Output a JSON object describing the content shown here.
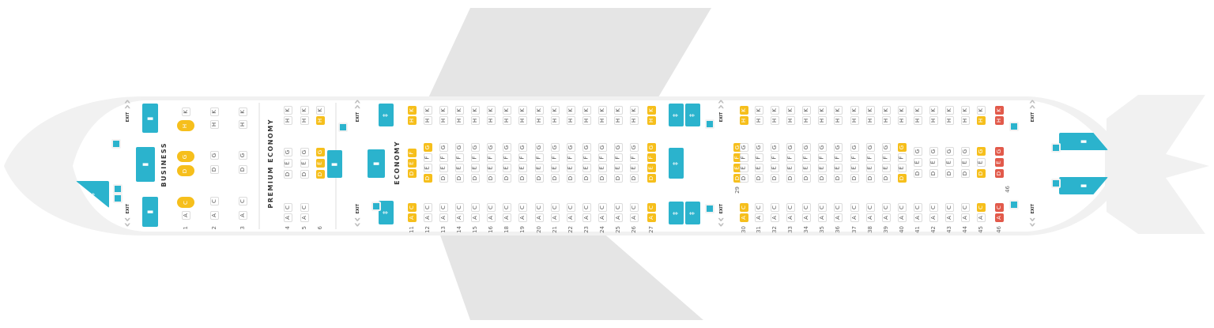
{
  "colors": {
    "available": "#ffffff",
    "yellow": "#f6bf1c",
    "red": "#e25a4b",
    "facility": "#2bb3cd",
    "wing": "#e5e5e5",
    "fuselage": "#f1f1f1"
  },
  "sections": {
    "business": "BUSINESS",
    "premium": "PREMIUM ECONOMY",
    "economy": "ECONOMY"
  },
  "exit_label": "EXIT",
  "icons": {
    "galley": "bag-icon",
    "lavatory": "lavatory-icon",
    "exit": "chevron-icon",
    "attendant": "jump-seat-icon"
  },
  "rows": [
    {
      "row": "1",
      "cabin": "business",
      "seats": {
        "K": "white",
        "H": "yellow",
        "G": "yellow",
        "D": "yellow",
        "C": "yellow",
        "A": "white"
      }
    },
    {
      "row": "2",
      "cabin": "business",
      "seats": {
        "K": "white",
        "H": "white",
        "G": "white",
        "D": "white",
        "C": "white",
        "A": "white"
      }
    },
    {
      "row": "3",
      "cabin": "business",
      "seats": {
        "K": "white",
        "H": "white",
        "G": "white",
        "D": "white",
        "C": "white",
        "A": "white"
      }
    },
    {
      "row": "4",
      "cabin": "premium",
      "seats": {
        "K": "white",
        "H": "white",
        "G": "white",
        "E": "white",
        "D": "white",
        "C": "white",
        "A": "white"
      }
    },
    {
      "row": "5",
      "cabin": "premium",
      "seats": {
        "K": "white",
        "H": "white",
        "G": "white",
        "E": "white",
        "D": "white",
        "C": "white",
        "A": "white"
      }
    },
    {
      "row": "6",
      "cabin": "premium",
      "seats": {
        "K": "white",
        "H": "yellow",
        "G": "yellow",
        "E": "yellow",
        "D": "yellow"
      }
    },
    {
      "row": "11",
      "cabin": "economy",
      "seats": {
        "K": "yellow",
        "H": "yellow",
        "F": "yellow",
        "E": "yellow",
        "D": "yellow",
        "C": "yellow",
        "A": "yellow"
      }
    },
    {
      "row": "12",
      "cabin": "economy",
      "seats": {
        "K": "white",
        "H": "white",
        "G": "yellow",
        "F": "white",
        "E": "white",
        "D": "yellow",
        "C": "white",
        "A": "white"
      }
    },
    {
      "row": "13",
      "cabin": "economy",
      "seats": {
        "K": "white",
        "H": "white",
        "G": "white",
        "F": "white",
        "E": "white",
        "D": "white",
        "C": "white",
        "A": "white"
      }
    },
    {
      "row": "14",
      "cabin": "economy",
      "seats": {
        "K": "white",
        "H": "white",
        "G": "white",
        "F": "white",
        "E": "white",
        "D": "white",
        "C": "white",
        "A": "white"
      }
    },
    {
      "row": "15",
      "cabin": "economy",
      "seats": {
        "K": "white",
        "H": "white",
        "G": "white",
        "F": "white",
        "E": "white",
        "D": "white",
        "C": "white",
        "A": "white"
      }
    },
    {
      "row": "16",
      "cabin": "economy",
      "seats": {
        "K": "white",
        "H": "white",
        "G": "white",
        "F": "white",
        "E": "white",
        "D": "white",
        "C": "white",
        "A": "white"
      }
    },
    {
      "row": "18",
      "cabin": "economy",
      "seats": {
        "K": "white",
        "H": "white",
        "G": "white",
        "F": "white",
        "E": "white",
        "D": "white",
        "C": "white",
        "A": "white"
      }
    },
    {
      "row": "19",
      "cabin": "economy",
      "seats": {
        "K": "white",
        "H": "white",
        "G": "white",
        "F": "white",
        "E": "white",
        "D": "white",
        "C": "white",
        "A": "white"
      }
    },
    {
      "row": "20",
      "cabin": "economy",
      "seats": {
        "K": "white",
        "H": "white",
        "G": "white",
        "F": "white",
        "E": "white",
        "D": "white",
        "C": "white",
        "A": "white"
      }
    },
    {
      "row": "21",
      "cabin": "economy",
      "seats": {
        "K": "white",
        "H": "white",
        "G": "white",
        "F": "white",
        "E": "white",
        "D": "white",
        "C": "white",
        "A": "white"
      }
    },
    {
      "row": "22",
      "cabin": "economy",
      "seats": {
        "K": "white",
        "H": "white",
        "G": "white",
        "F": "white",
        "E": "white",
        "D": "white",
        "C": "white",
        "A": "white"
      }
    },
    {
      "row": "23",
      "cabin": "economy",
      "seats": {
        "K": "white",
        "H": "white",
        "G": "white",
        "F": "white",
        "E": "white",
        "D": "white",
        "C": "white",
        "A": "white"
      }
    },
    {
      "row": "24",
      "cabin": "economy",
      "seats": {
        "K": "white",
        "H": "white",
        "G": "white",
        "F": "white",
        "E": "white",
        "D": "white",
        "C": "white",
        "A": "white"
      }
    },
    {
      "row": "25",
      "cabin": "economy",
      "seats": {
        "K": "white",
        "H": "white",
        "G": "white",
        "F": "white",
        "E": "white",
        "D": "white",
        "C": "white",
        "A": "white"
      }
    },
    {
      "row": "26",
      "cabin": "economy",
      "seats": {
        "K": "white",
        "H": "white",
        "G": "white",
        "F": "white",
        "E": "white",
        "D": "white",
        "C": "white",
        "A": "white"
      }
    },
    {
      "row": "27",
      "cabin": "economy",
      "seats": {
        "K": "yellow",
        "H": "yellow",
        "G": "yellow",
        "F": "yellow",
        "E": "yellow",
        "D": "yellow",
        "C": "yellow",
        "A": "yellow"
      }
    },
    {
      "row": "29",
      "cabin": "economy",
      "seats": {
        "G": "yellow",
        "F": "yellow",
        "E": "yellow",
        "D": "yellow"
      }
    },
    {
      "row": "30",
      "cabin": "economy",
      "seats": {
        "K": "yellow",
        "H": "yellow",
        "G": "white",
        "F": "white",
        "E": "white",
        "D": "white",
        "C": "yellow",
        "A": "yellow"
      }
    },
    {
      "row": "31",
      "cabin": "economy",
      "seats": {
        "K": "white",
        "H": "white",
        "G": "white",
        "F": "white",
        "E": "white",
        "D": "white",
        "C": "white",
        "A": "white"
      }
    },
    {
      "row": "32",
      "cabin": "economy",
      "seats": {
        "K": "white",
        "H": "white",
        "G": "white",
        "F": "white",
        "E": "white",
        "D": "white",
        "C": "white",
        "A": "white"
      }
    },
    {
      "row": "33",
      "cabin": "economy",
      "seats": {
        "K": "white",
        "H": "white",
        "G": "white",
        "F": "white",
        "E": "white",
        "D": "white",
        "C": "white",
        "A": "white"
      }
    },
    {
      "row": "34",
      "cabin": "economy",
      "seats": {
        "K": "white",
        "H": "white",
        "G": "white",
        "F": "white",
        "E": "white",
        "D": "white",
        "C": "white",
        "A": "white"
      }
    },
    {
      "row": "35",
      "cabin": "economy",
      "seats": {
        "K": "white",
        "H": "white",
        "G": "white",
        "F": "white",
        "E": "white",
        "D": "white",
        "C": "white",
        "A": "white"
      }
    },
    {
      "row": "36",
      "cabin": "economy",
      "seats": {
        "K": "white",
        "H": "white",
        "G": "white",
        "F": "white",
        "E": "white",
        "D": "white",
        "C": "white",
        "A": "white"
      }
    },
    {
      "row": "37",
      "cabin": "economy",
      "seats": {
        "K": "white",
        "H": "white",
        "G": "white",
        "F": "white",
        "E": "white",
        "D": "white",
        "C": "white",
        "A": "white"
      }
    },
    {
      "row": "38",
      "cabin": "economy",
      "seats": {
        "K": "white",
        "H": "white",
        "G": "white",
        "F": "white",
        "E": "white",
        "D": "white",
        "C": "white",
        "A": "white"
      }
    },
    {
      "row": "39",
      "cabin": "economy",
      "seats": {
        "K": "white",
        "H": "white",
        "G": "white",
        "F": "white",
        "E": "white",
        "D": "white",
        "C": "white",
        "A": "white"
      }
    },
    {
      "row": "40",
      "cabin": "economy",
      "seats": {
        "K": "white",
        "H": "white",
        "G": "yellow",
        "F": "white",
        "E": "white",
        "D": "yellow",
        "C": "white",
        "A": "white"
      }
    },
    {
      "row": "41",
      "cabin": "economy",
      "seats": {
        "K": "white",
        "H": "white",
        "G": "white",
        "E": "white",
        "D": "white",
        "C": "white",
        "A": "white"
      }
    },
    {
      "row": "42",
      "cabin": "economy",
      "seats": {
        "K": "white",
        "H": "white",
        "G": "white",
        "E": "white",
        "D": "white",
        "C": "white",
        "A": "white"
      }
    },
    {
      "row": "43",
      "cabin": "economy",
      "seats": {
        "K": "white",
        "H": "white",
        "G": "white",
        "E": "white",
        "D": "white",
        "C": "white",
        "A": "white"
      }
    },
    {
      "row": "44",
      "cabin": "economy",
      "seats": {
        "K": "white",
        "H": "white",
        "G": "white",
        "E": "white",
        "D": "white",
        "C": "white",
        "A": "white"
      }
    },
    {
      "row": "45",
      "cabin": "economy",
      "seats": {
        "K": "white",
        "H": "yellow",
        "G": "yellow",
        "E": "white",
        "D": "yellow",
        "C": "yellow",
        "A": "white"
      }
    },
    {
      "row": "46",
      "cabin": "economy",
      "seats": {
        "K": "red",
        "H": "red",
        "G": "red",
        "E": "red",
        "D": "red",
        "C": "red",
        "A": "red"
      }
    }
  ]
}
